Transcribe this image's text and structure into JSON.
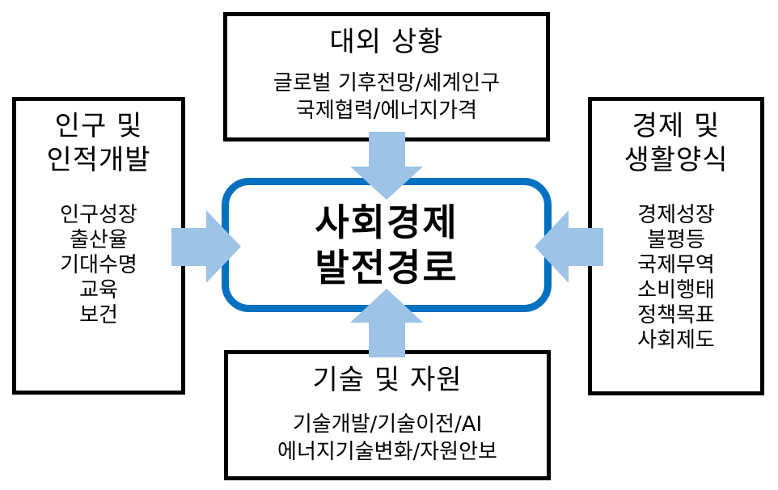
{
  "colors": {
    "box_border": "#000000",
    "center_border": "#0070c0",
    "arrow_fill": "#9dc3e6"
  },
  "center": {
    "title": "사회경제\n발전경로"
  },
  "top": {
    "title": "대외 상황",
    "items": [
      "글로벌 기후전망/세계인구",
      "국제협력/에너지가격"
    ]
  },
  "left": {
    "title": "인구 및\n인적개발",
    "items": [
      "인구성장",
      "출산율",
      "기대수명",
      "교육",
      "보건"
    ]
  },
  "right": {
    "title": "경제 및\n생활양식",
    "items": [
      "경제성장",
      "불평등",
      "국제무역",
      "소비행태",
      "정책목표",
      "사회제도"
    ]
  },
  "bottom": {
    "title": "기술 및 자원",
    "items": [
      "기술개발/기술이전/AI",
      "에너지기술변화/자원안보"
    ]
  },
  "arrows": [
    {
      "from": "top",
      "to": "center",
      "direction": "down"
    },
    {
      "from": "left",
      "to": "center",
      "direction": "right"
    },
    {
      "from": "right",
      "to": "center",
      "direction": "left"
    },
    {
      "from": "bottom",
      "to": "center",
      "direction": "up"
    }
  ]
}
